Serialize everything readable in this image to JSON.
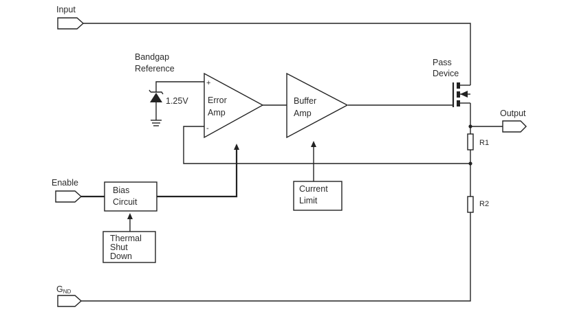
{
  "ports": {
    "input": "Input",
    "enable": "Enable",
    "output": "Output",
    "gnd_main": "G",
    "gnd_sub": "ND"
  },
  "bandgap": {
    "line1": "Bandgap",
    "line2": "Reference",
    "voltage": "1.25V"
  },
  "error_amp": {
    "line1": "Error",
    "line2": "Amp",
    "plus": "+",
    "minus": "-"
  },
  "buffer_amp": {
    "line1": "Buffer",
    "line2": "Amp"
  },
  "pass_device": {
    "line1": "Pass",
    "line2": "Device"
  },
  "bias_circuit": {
    "line1": "Bias",
    "line2": "Circuit"
  },
  "current_limit": {
    "line1": "Current",
    "line2": "Limit"
  },
  "thermal_shutdown": {
    "line1": "Thermal",
    "line2": "Shut",
    "line3": "Down"
  },
  "resistors": {
    "r1": "R1",
    "r2": "R2"
  }
}
